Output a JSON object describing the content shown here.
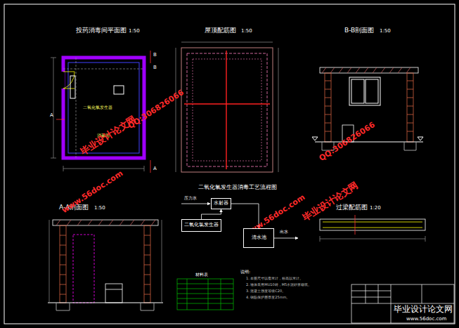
{
  "diagram": {
    "nodes": [
      {
        "text": [
          "水射器"
        ]
      },
      {
        "text": [
          "二氧化氯发生器"
        ]
      },
      {
        "text": [
          "清水池"
        ]
      }
    ],
    "edges": [
      {
        "from": 1,
        "to": 0,
        "arrow": "to"
      },
      {
        "from": 0,
        "to": 2,
        "arrow": "to"
      }
    ],
    "labels": [
      "投药消毒间平面图",
      "1:50",
      "屋顶配筋图",
      "1:50",
      "B-B剖面图",
      "1:50",
      "A-A剖面图",
      "1:50",
      "二氧化氯发生器消毒工艺流程图",
      "过梁配筋图",
      "1:20",
      "消毒间",
      "二氧化氯发生器",
      "压力水",
      "出水",
      "说明:",
      "1. 本图尺寸以毫米计，标高以米计。",
      "2. 墙体采用MU10砖，M5水泥砂浆砌筑。",
      "3. 混凝土强度等级C20。",
      "4. 钢筋保护层厚度25mm。",
      "材料表",
      "A",
      "A",
      "B",
      "B",
      "毕业设计论文网",
      "QQ:306826066",
      "www.56doc.com",
      "www.56doc.com",
      "毕业设计论文网",
      "QQ:306826066",
      "毕业设计论文网",
      "www.56doc.com"
    ]
  }
}
